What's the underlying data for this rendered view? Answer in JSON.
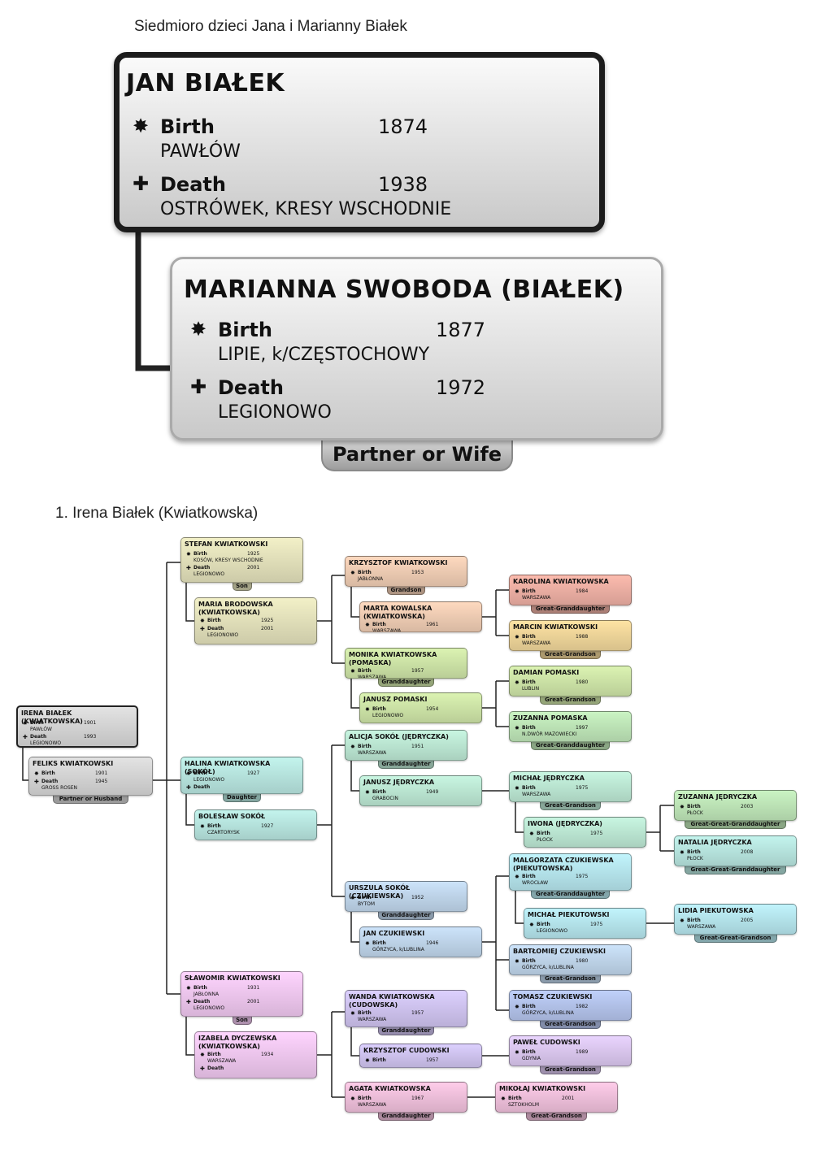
{
  "title": "Siedmioro dzieci Jana i Marianny Białek",
  "section_title": "1. Irena Białek (Kwiatkowska)",
  "colors": {
    "gray": "#d6d6d6",
    "tan": "#e4e2bc",
    "peach": "#f0cdb4",
    "pinkred": "#eeb0a4",
    "orange": "#f0d69a",
    "green": "#cfe5a8",
    "mint": "#bfe6b8",
    "seafoam": "#bde8d4",
    "aqua": "#b8e6e0",
    "cyan": "#b6e6ee",
    "lightblue": "#c0d6ec",
    "blue": "#b4c4ec",
    "lavender": "#d0c4f0",
    "purple": "#dcc8f0",
    "magenta": "#f0c8f0",
    "pink": "#f0c0dc"
  },
  "jan": {
    "name": "JAN BIAŁEK",
    "birth": {
      "label": "Birth",
      "year": "1874",
      "place": "PAWŁÓW"
    },
    "death": {
      "label": "Death",
      "year": "1938",
      "place": "OSTRÓWEK, KRESY WSCHODNIE"
    }
  },
  "marianna": {
    "name": "MARIANNA SWOBODA (BIAŁEK)",
    "birth": {
      "label": "Birth",
      "year": "1877",
      "place": "LIPIE, k/CZĘSTOCHOWY"
    },
    "death": {
      "label": "Death",
      "year": "1972",
      "place": "LEGIONOWO"
    },
    "tag": "Partner or Wife"
  },
  "people": [
    {
      "id": "irena",
      "name": "IRENA BIAŁEK (KWIATKOWSKA)",
      "color": "gray",
      "bold": true,
      "events": [
        {
          "label": "Birth",
          "year": "1901",
          "place": "PAWŁÓW"
        },
        {
          "label": "Death",
          "year": "1993",
          "place": "LEGIONOWO"
        }
      ]
    },
    {
      "id": "feliks",
      "name": "FELIKS KWIATKOWSKI",
      "color": "gray",
      "tag": "Partner or Husband",
      "events": [
        {
          "label": "Birth",
          "year": "1901",
          "place": ""
        },
        {
          "label": "Death",
          "year": "1945",
          "place": "GROSS ROSEN"
        }
      ]
    },
    {
      "id": "stefan",
      "name": "STEFAN KWIATKOWSKI",
      "color": "tan",
      "tag": "Son",
      "events": [
        {
          "label": "Birth",
          "year": "1925",
          "place": "KOSÓW, KRESY WSCHODNIE"
        },
        {
          "label": "Death",
          "year": "2001",
          "place": "LEGIONOWO"
        }
      ]
    },
    {
      "id": "maria",
      "name": "MARIA BRODOWSKA (KWIATKOWSKA)",
      "color": "tan",
      "events": [
        {
          "label": "Birth",
          "year": "1925",
          "place": ""
        },
        {
          "label": "Death",
          "year": "2001",
          "place": "LEGIONOWO"
        }
      ]
    },
    {
      "id": "halina",
      "name": "HALINA KWIATKOWSKA (SOKÓŁ)",
      "color": "aqua",
      "tag": "Daughter",
      "events": [
        {
          "label": "Birth",
          "year": "1927",
          "place": "LEGIONOWO"
        },
        {
          "label": "Death",
          "year": "",
          "place": ""
        }
      ]
    },
    {
      "id": "boleslaw",
      "name": "BOLESŁAW SOKÓŁ",
      "color": "aqua",
      "events": [
        {
          "label": "Birth",
          "year": "1927",
          "place": "CZARTORYSK"
        }
      ]
    },
    {
      "id": "slawomir",
      "name": "SŁAWOMIR KWIATKOWSKI",
      "color": "magenta",
      "tag": "Son",
      "events": [
        {
          "label": "Birth",
          "year": "1931",
          "place": "JABŁONNA"
        },
        {
          "label": "Death",
          "year": "2001",
          "place": "LEGIONOWO"
        }
      ]
    },
    {
      "id": "izabela",
      "name": "IZABELA DYCZEWSKA (KWIATKOWSKA)",
      "color": "magenta",
      "events": [
        {
          "label": "Birth",
          "year": "1934",
          "place": "WARSZAWA"
        },
        {
          "label": "Death",
          "year": "",
          "place": ""
        }
      ]
    },
    {
      "id": "krzysztofk",
      "name": "KRZYSZTOF KWIATKOWSKI",
      "color": "peach",
      "tag": "Grandson",
      "events": [
        {
          "label": "Birth",
          "year": "1953",
          "place": "JABŁONNA"
        }
      ]
    },
    {
      "id": "marta",
      "name": "MARTA KOWALSKA (KWIATKOWSKA)",
      "color": "peach",
      "events": [
        {
          "label": "Birth",
          "year": "1961",
          "place": "WARSZAWA"
        }
      ]
    },
    {
      "id": "monika",
      "name": "MONIKA KWIATKOWSKA (POMASKA)",
      "color": "green",
      "tag": "Granddaughter",
      "events": [
        {
          "label": "Birth",
          "year": "1957",
          "place": "WARSZAWA"
        }
      ]
    },
    {
      "id": "janusz",
      "name": "JANUSZ POMASKI",
      "color": "green",
      "events": [
        {
          "label": "Birth",
          "year": "1954",
          "place": "LEGIONOWO"
        }
      ]
    },
    {
      "id": "alicja",
      "name": "ALICJA SOKÓŁ (JĘDRYCZKA)",
      "color": "seafoam",
      "tag": "Granddaughter",
      "events": [
        {
          "label": "Birth",
          "year": "1951",
          "place": "WARSZAWA"
        }
      ]
    },
    {
      "id": "januszj",
      "name": "JANUSZ JĘDRYCZKA",
      "color": "seafoam",
      "events": [
        {
          "label": "Birth",
          "year": "1949",
          "place": "GRABOCIN"
        }
      ]
    },
    {
      "id": "urszula",
      "name": "URSZULA SOKÓŁ (CZUKIEWSKA)",
      "color": "lightblue",
      "tag": "Granddaughter",
      "events": [
        {
          "label": "Birth",
          "year": "1952",
          "place": "BYTOM"
        }
      ]
    },
    {
      "id": "janc",
      "name": "JAN CZUKIEWSKI",
      "color": "lightblue",
      "events": [
        {
          "label": "Birth",
          "year": "1946",
          "place": "GÓRZYCA, k/LUBLINA"
        }
      ]
    },
    {
      "id": "wanda",
      "name": "WANDA KWIATKOWSKA (CUDOWSKA)",
      "color": "lavender",
      "tag": "Granddaughter",
      "events": [
        {
          "label": "Birth",
          "year": "1957",
          "place": "WARSZAWA"
        }
      ]
    },
    {
      "id": "krzysztofc",
      "name": "KRZYSZTOF CUDOWSKI",
      "color": "lavender",
      "events": [
        {
          "label": "Birth",
          "year": "1957",
          "place": ""
        }
      ]
    },
    {
      "id": "agata",
      "name": "AGATA KWIATKOWSKA",
      "color": "pink",
      "tag": "Granddaughter",
      "events": [
        {
          "label": "Birth",
          "year": "1967",
          "place": "WARSZAWA"
        }
      ]
    },
    {
      "id": "karolina",
      "name": "KAROLINA KWIATKOWSKA",
      "color": "pinkred",
      "tag": "Great-Granddaughter",
      "events": [
        {
          "label": "Birth",
          "year": "1984",
          "place": "WARSZAWA"
        }
      ]
    },
    {
      "id": "marcin",
      "name": "MARCIN KWIATKOWSKI",
      "color": "orange",
      "tag": "Great-Grandson",
      "events": [
        {
          "label": "Birth",
          "year": "1988",
          "place": "WARSZAWA"
        }
      ]
    },
    {
      "id": "damian",
      "name": "DAMIAN POMASKI",
      "color": "green",
      "tag": "Great-Grandson",
      "events": [
        {
          "label": "Birth",
          "year": "1980",
          "place": "LUBLIN"
        }
      ]
    },
    {
      "id": "zuzannap",
      "name": "ZUZANNA POMASKA",
      "color": "mint",
      "tag": "Great-Granddaughter",
      "events": [
        {
          "label": "Birth",
          "year": "1997",
          "place": "N.DWÓR MAZOWIECKI"
        }
      ]
    },
    {
      "id": "michal",
      "name": "MICHAŁ JĘDRYCZKA",
      "color": "seafoam",
      "tag": "Great-Grandson",
      "events": [
        {
          "label": "Birth",
          "year": "1975",
          "place": "WARSZAWA"
        }
      ]
    },
    {
      "id": "iwona",
      "name": "IWONA (JĘDRYCZKA)",
      "color": "seafoam",
      "events": [
        {
          "label": "Birth",
          "year": "1975",
          "place": "PŁOCK"
        }
      ]
    },
    {
      "id": "zuzannaj",
      "name": "ZUZANNA JĘDRYCZKA",
      "color": "mint",
      "tag": "Great-Great-Granddaughter",
      "events": [
        {
          "label": "Birth",
          "year": "2003",
          "place": "PŁOCK"
        }
      ]
    },
    {
      "id": "natalia",
      "name": "NATALIA JĘDRYCZKA",
      "color": "aqua",
      "tag": "Great-Great-Granddaughter",
      "events": [
        {
          "label": "Birth",
          "year": "2008",
          "place": "PŁOCK"
        }
      ]
    },
    {
      "id": "malgorzata",
      "name": "MALGORZATA CZUKIEWSKA (PIEKUTOWSKA)",
      "color": "cyan",
      "tag": "Great-Granddaughter",
      "events": [
        {
          "label": "Birth",
          "year": "1975",
          "place": "WROCŁAW"
        }
      ]
    },
    {
      "id": "michalp",
      "name": "MICHAŁ PIEKUTOWSKI",
      "color": "cyan",
      "events": [
        {
          "label": "Birth",
          "year": "1975",
          "place": "LEGIONOWO"
        }
      ]
    },
    {
      "id": "lidia",
      "name": "LIDIA PIEKUTOWSKA",
      "color": "cyan",
      "tag": "Great-Great-Grandson",
      "events": [
        {
          "label": "Birth",
          "year": "2005",
          "place": "WARSZAWA"
        }
      ]
    },
    {
      "id": "bartlomiej",
      "name": "BARTŁOMIEJ CZUKIEWSKI",
      "color": "lightblue",
      "tag": "Great-Grandson",
      "events": [
        {
          "label": "Birth",
          "year": "1980",
          "place": "GÓRZYCA, k/LUBLINA"
        }
      ]
    },
    {
      "id": "tomasz",
      "name": "TOMASZ CZUKIEWSKI",
      "color": "blue",
      "tag": "Great-Grandson",
      "events": [
        {
          "label": "Birth",
          "year": "1982",
          "place": "GÓRZYCA, k/LUBLINA"
        }
      ]
    },
    {
      "id": "pawel",
      "name": "PAWEŁ CUDOWSKI",
      "color": "purple",
      "tag": "Great-Grandson",
      "events": [
        {
          "label": "Birth",
          "year": "1989",
          "place": "GDYNIA"
        }
      ]
    },
    {
      "id": "mikolaj",
      "name": "MIKOŁAJ KWIATKOWSKI",
      "color": "pink",
      "tag": "Great-Grandson",
      "events": [
        {
          "label": "Birth",
          "year": "2001",
          "place": "SZTOKHOLM"
        }
      ]
    }
  ]
}
